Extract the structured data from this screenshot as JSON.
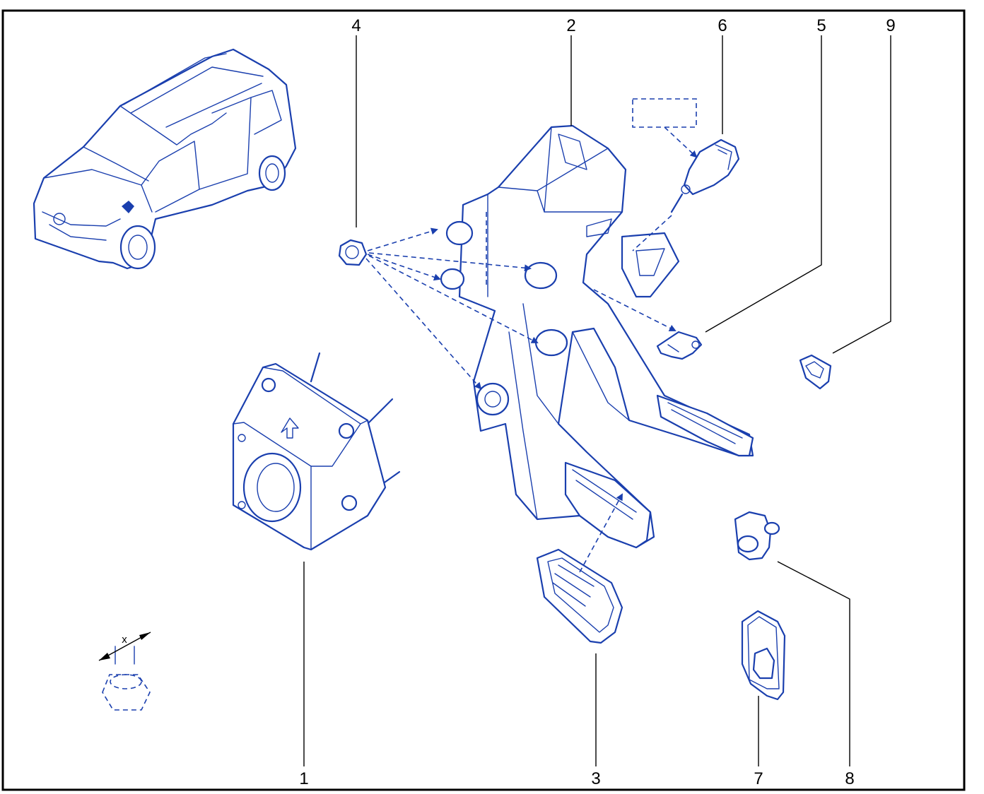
{
  "diagram": {
    "labels": [
      "1",
      "2",
      "3",
      "4",
      "5",
      "6",
      "7",
      "8",
      "9"
    ],
    "detail_symbol": "x"
  },
  "colors": {
    "line": "#1a3fae",
    "frame": "#000000",
    "background": "#ffffff"
  }
}
